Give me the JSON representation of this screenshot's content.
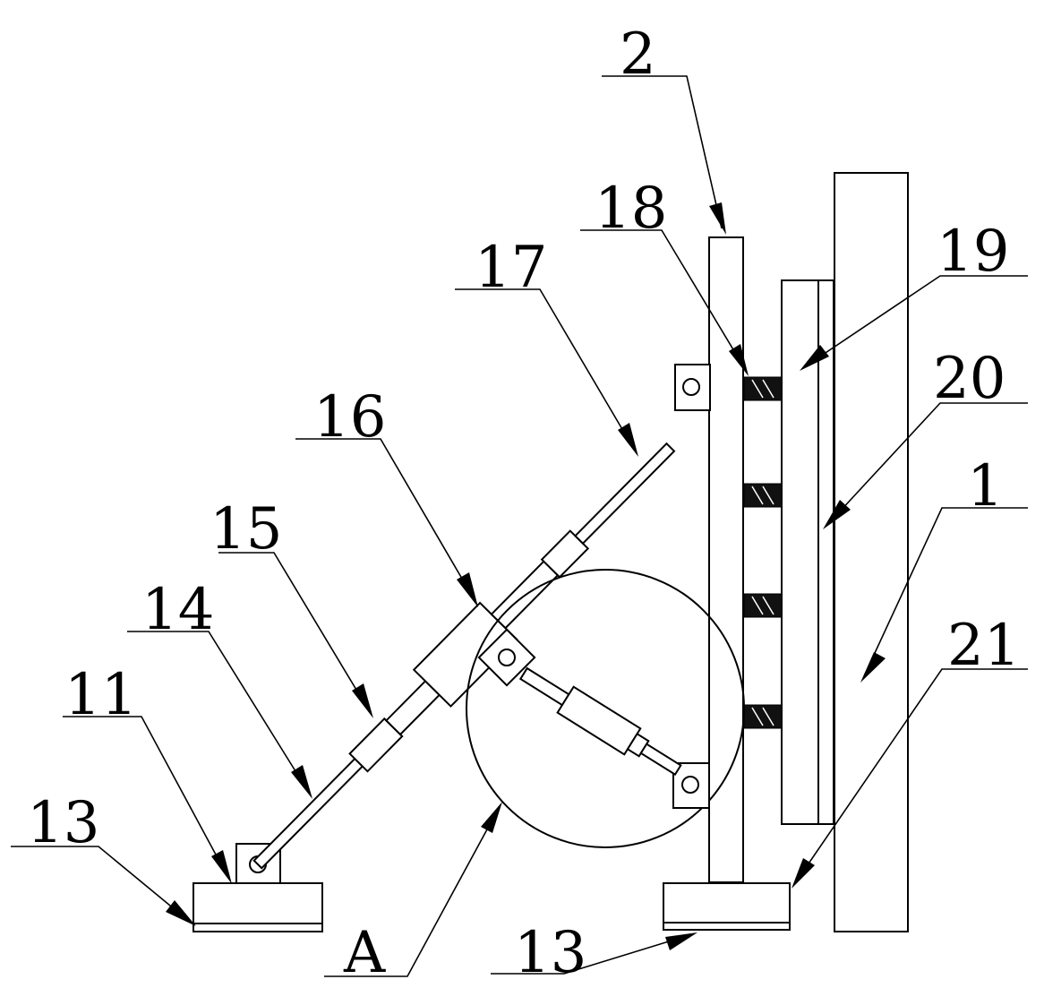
{
  "callouts": {
    "c1": "1",
    "c2": "2",
    "c11": "11",
    "c13a": "13",
    "c13b": "13",
    "c14": "14",
    "c15": "15",
    "c16": "16",
    "c17": "17",
    "c18": "18",
    "c19": "19",
    "c20": "20",
    "c21": "21",
    "cA": "A"
  }
}
